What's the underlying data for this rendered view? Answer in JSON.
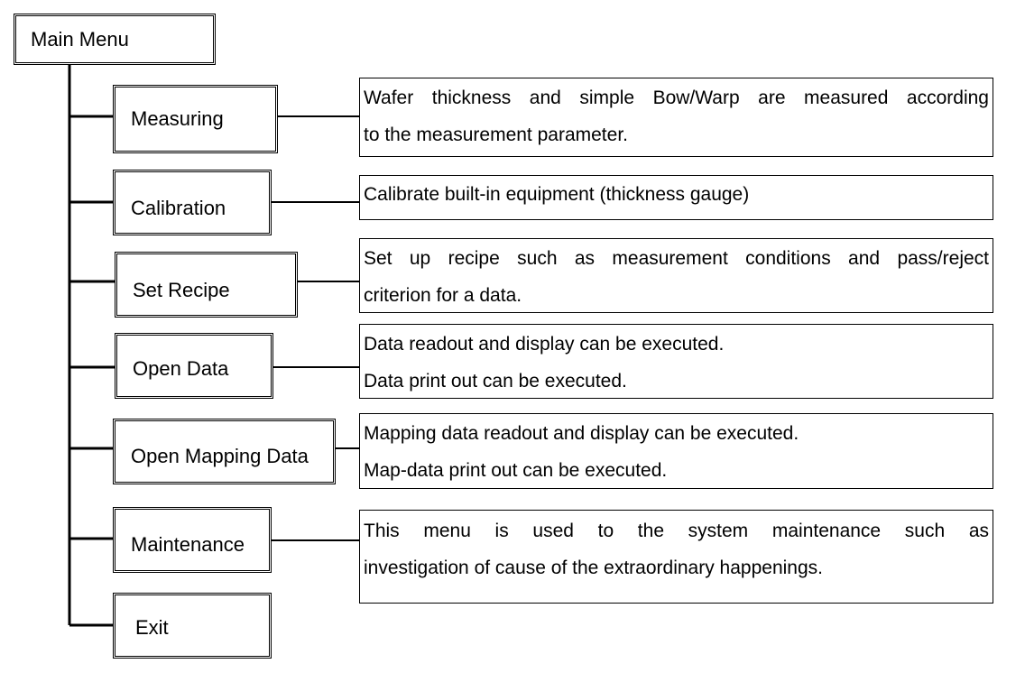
{
  "main_menu": {
    "label": "Main Menu"
  },
  "items": [
    {
      "id": "measuring",
      "label": "Measuring",
      "description": [
        "Wafer thickness and simple Bow/Warp are measured according",
        "to the measurement parameter."
      ]
    },
    {
      "id": "calibration",
      "label": "Calibration",
      "description": [
        "Calibrate built-in equipment (thickness gauge)"
      ]
    },
    {
      "id": "set-recipe",
      "label": "Set Recipe",
      "description": [
        "Set up recipe such as measurement conditions and pass/reject",
        "criterion for a data."
      ]
    },
    {
      "id": "open-data",
      "label": "Open Data",
      "description": [
        "Data readout and display can be executed.",
        "Data print out can be executed."
      ]
    },
    {
      "id": "open-mapping-data",
      "label": "Open Mapping Data",
      "description": [
        "Mapping data readout and display can be executed.",
        "Map-data print out can be executed."
      ]
    },
    {
      "id": "maintenance",
      "label": "Maintenance",
      "description": [
        "This menu is used to the system maintenance such as",
        "investigation of cause of the extraordinary happenings."
      ]
    },
    {
      "id": "exit",
      "label": "Exit"
    }
  ]
}
